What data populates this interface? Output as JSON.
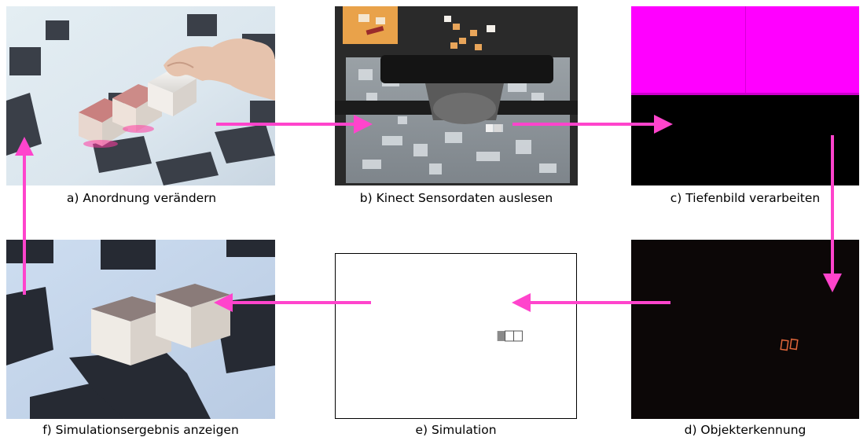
{
  "panels": [
    {
      "id": "a",
      "caption": "a) Anordnung verändern"
    },
    {
      "id": "b",
      "caption": "b) Kinect Sensordaten auslesen"
    },
    {
      "id": "c",
      "caption": "c) Tiefenbild verarbeiten"
    },
    {
      "id": "d",
      "caption": "d) Objekterkennung"
    },
    {
      "id": "e",
      "caption": "e) Simulation"
    },
    {
      "id": "f",
      "caption": "f) Simulationsergebnis anzeigen"
    }
  ],
  "colors": {
    "arrow": "#ff44cc",
    "depth_magenta": "#ff00ff",
    "black": "#000000",
    "table_light": "#dfe9f0",
    "shadow": "#2b2f36"
  }
}
